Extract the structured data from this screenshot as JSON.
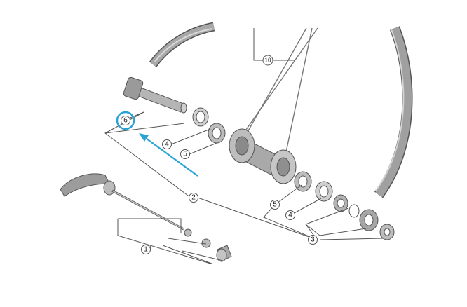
{
  "colors": {
    "line": "#555555",
    "part_fill": "#bdbdbd",
    "part_dark": "#7a7a7a",
    "part_light": "#e2e2e2",
    "rim": "#9a9a9a",
    "highlight": "#2ba3d6"
  },
  "callouts": [
    {
      "id": "axle",
      "label": "6",
      "highlighted": true
    },
    {
      "id": "cone-left",
      "label": "4"
    },
    {
      "id": "ball-retainer-left",
      "label": "5"
    },
    {
      "id": "hub-axle-assembly",
      "label": "2"
    },
    {
      "id": "ball-retainer-right",
      "label": "5"
    },
    {
      "id": "cone-right",
      "label": "4"
    },
    {
      "id": "locknut-assembly",
      "label": "3"
    },
    {
      "id": "quick-release",
      "label": "1"
    },
    {
      "id": "spoke",
      "label": "10"
    }
  ],
  "icons": {
    "arrow": "pointer-arrow-icon"
  }
}
